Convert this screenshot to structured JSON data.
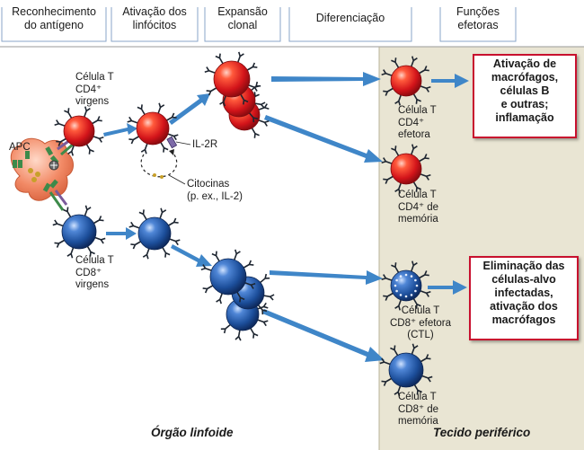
{
  "headers": {
    "antigen_recognition": "Reconhecimento\ndo antígeno",
    "lymphocyte_activation": "Ativação dos\nlinfócitos",
    "clonal_expansion": "Expansão\nclonal",
    "differentiation": "Diferenciação",
    "effector_functions": "Funções\nefetoras"
  },
  "labels": {
    "apc": "APC",
    "naive_cd4": "Célula T\nCD4⁺\nvirgens",
    "naive_cd8": "Célula T\nCD8⁺\nvirgens",
    "il2r": "IL-2R",
    "cytokines": "Citocinas\n(p. ex., IL-2)",
    "effector_cd4": "Célula T\nCD4⁺\nefetora",
    "memory_cd4": "Célula T\nCD4⁺ de\nmemória",
    "effector_cd8": "Célula T\nCD8⁺ efetora\n(CTL)",
    "memory_cd8": "Célula T\nCD8⁺ de\nmemória"
  },
  "effector_boxes": {
    "cd4_function": "Ativação de\nmacrófagos,\ncélulas B\ne outras;\ninflamação",
    "cd8_function": "Eliminação das\ncélulas-alvo\ninfectadas,\nativação dos\nmacrófagos"
  },
  "regions": {
    "lymphoid_organ": "Órgão linfoide",
    "peripheral_tissue": "Tecido periférico"
  },
  "colors": {
    "cd4_cell": "#e0201c",
    "cd8_cell": "#1f5aa6",
    "apc_cell": "#f08a66",
    "arrow": "#3f86c8",
    "peripheral_bg": "#e9e5d3",
    "box_border": "#c8102e"
  }
}
